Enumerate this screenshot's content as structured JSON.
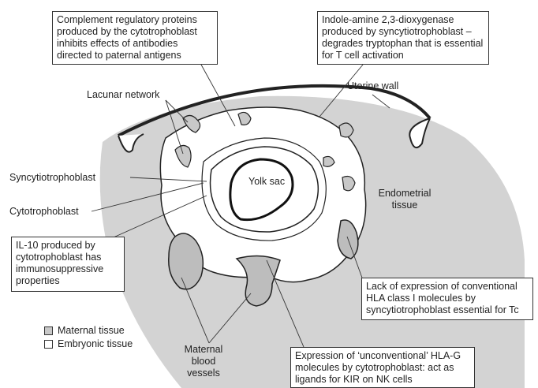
{
  "callouts": {
    "complement": "Complement regulatory proteins produced by the cytotrophoblast inhibits effects of antibodies directed to paternal antigens",
    "indoleamine": "Indole-amine 2,3-dioxygenase produced by syncytiotrophoblast – degrades tryptophan that is essential for T cell activation",
    "il10": "IL-10 produced by cytotrophoblast has immunosuppressive properties",
    "hla_class1": "Lack of expression of conventional HLA class I molecules by syncytiotrophoblast essential for Tc",
    "hla_g": "Expression of ‘unconventional’ HLA-G molecules by cytotrophoblast: act as ligands for KIR on NK cells"
  },
  "labels": {
    "lacunar_network": "Lacunar network",
    "uterine_wall": "Uterine wall",
    "syncytiotrophoblast": "Syncytiotrophoblast",
    "cytotrophoblast": "Cytotrophoblast",
    "yolk_sac": "Yolk sac",
    "endometrial_tissue": "Endometrial tissue",
    "maternal_blood_vessels": "Maternal blood vessels"
  },
  "legend": {
    "maternal": "Maternal tissue",
    "embryonic": "Embryonic tissue"
  },
  "colors": {
    "maternal_fill": "#cfcfcf",
    "embryonic_fill": "#ffffff",
    "outline": "#222222"
  }
}
